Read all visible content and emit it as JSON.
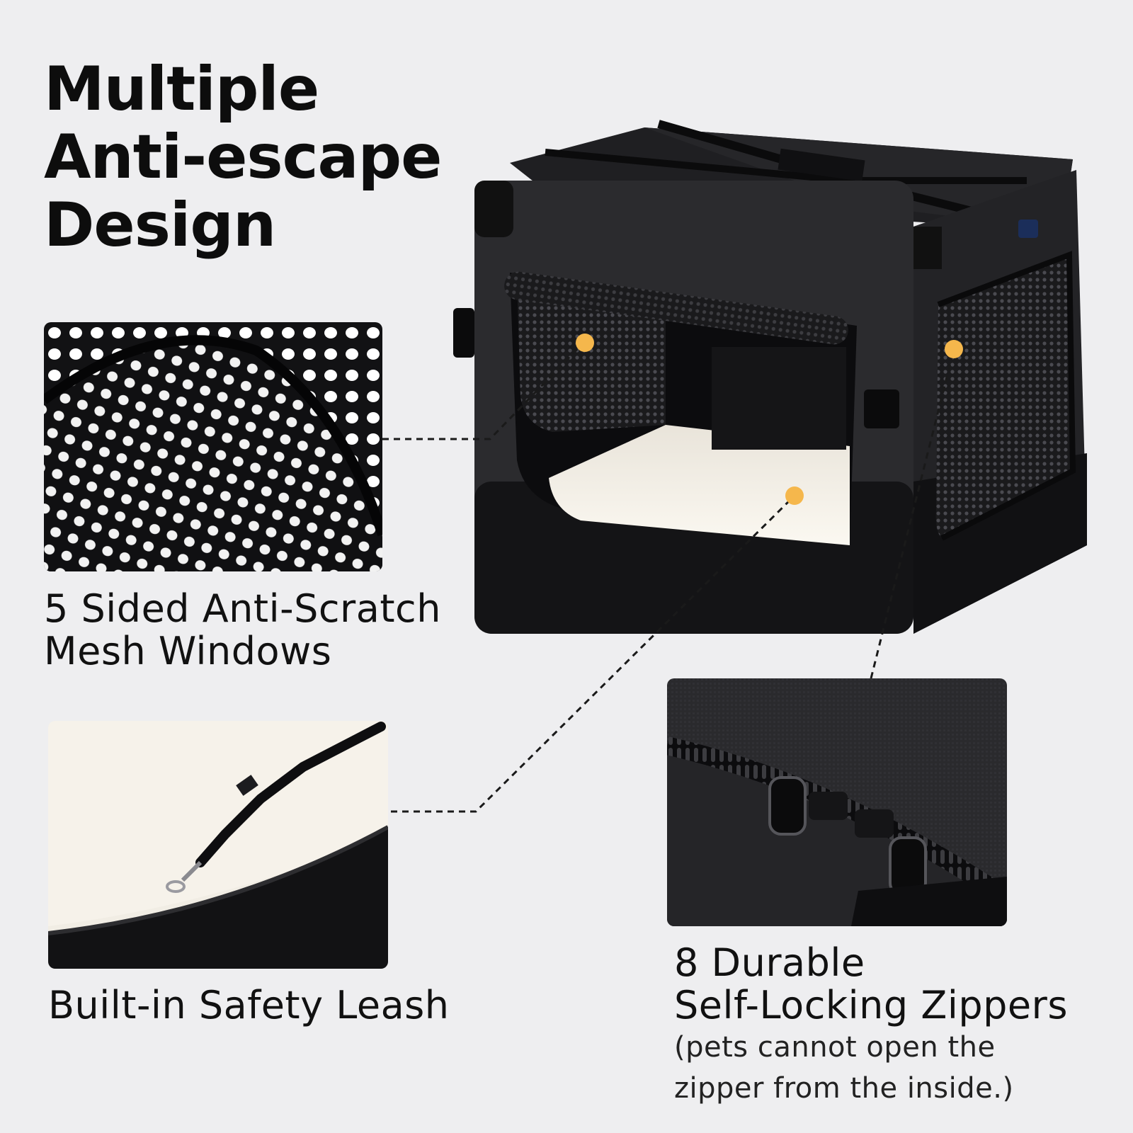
{
  "headline": {
    "line1": "Multiple",
    "line2": "Anti-escape",
    "line3": "Design"
  },
  "feature_mesh": {
    "line1": "5 Sided Anti-Scratch",
    "line2": "Mesh Windows"
  },
  "feature_leash": {
    "label": "Built-in Safety Leash"
  },
  "feature_zippers": {
    "line1": "8 Durable",
    "line2": "Self-Locking Zippers",
    "note_line1": "(pets cannot open the",
    "note_line2": "zipper from the inside.)"
  },
  "colors": {
    "background": "#eeeef0",
    "crate_fabric": "#2b2b2e",
    "crate_trim": "#111111",
    "hotspot": "#f5b74c",
    "cushion": "#f3efe6"
  }
}
